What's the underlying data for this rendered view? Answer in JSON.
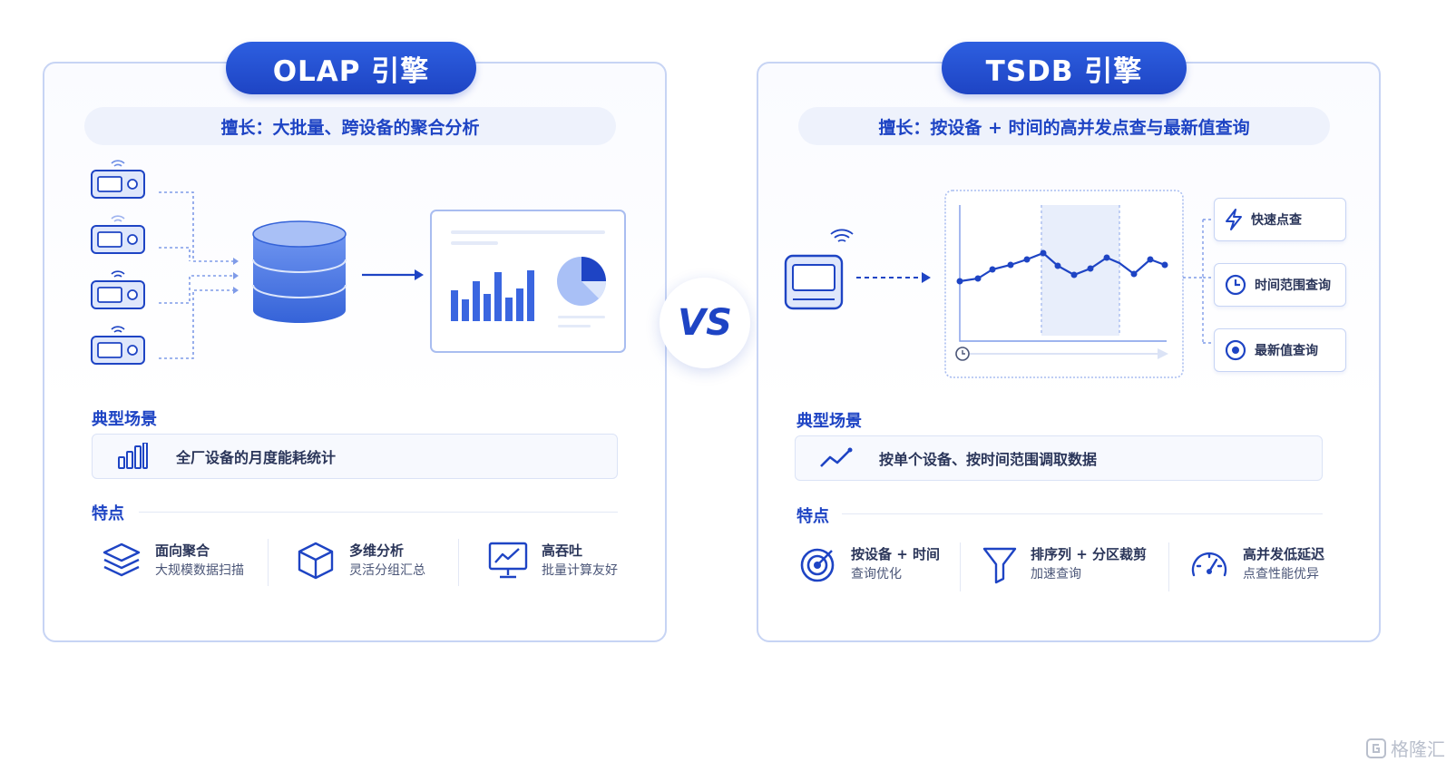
{
  "left": {
    "title": "OLAP 引擎",
    "strength": "擅长：大批量、跨设备的聚合分析",
    "scene_title": "典型场景",
    "scene_text": "全厂设备的月度能耗统计",
    "features_title": "特点",
    "features": [
      {
        "title": "面向聚合",
        "desc": "大规模数据扫描",
        "icon": "layers-icon"
      },
      {
        "title": "多维分析",
        "desc": "灵活分组汇总",
        "icon": "cube-icon"
      },
      {
        "title": "高吞吐",
        "desc": "批量计算友好",
        "icon": "monitor-chart-icon"
      }
    ]
  },
  "vs": "VS",
  "right": {
    "title": "TSDB 引擎",
    "strength": "擅长：按设备 + 时间的高并发点查与最新值查询",
    "queries": [
      {
        "label": "快速点查",
        "icon": "lightning-icon"
      },
      {
        "label": "时间范围查询",
        "icon": "clock-icon"
      },
      {
        "label": "最新值查询",
        "icon": "target-icon"
      }
    ],
    "scene_title": "典型场景",
    "scene_text": "按单个设备、按时间范围调取数据",
    "features_title": "特点",
    "features": [
      {
        "title": "按设备 + 时间",
        "desc": "查询优化",
        "icon": "bullseye-icon"
      },
      {
        "title": "排序列 + 分区裁剪",
        "desc": "加速查询",
        "icon": "funnel-icon"
      },
      {
        "title": "高并发低延迟",
        "desc": "点查性能优异",
        "icon": "speedometer-icon"
      }
    ]
  },
  "watermark": "格隆汇",
  "colors": {
    "primary": "#1e44c4",
    "accent": "#2d5fe0",
    "light": "#eef2fc"
  }
}
